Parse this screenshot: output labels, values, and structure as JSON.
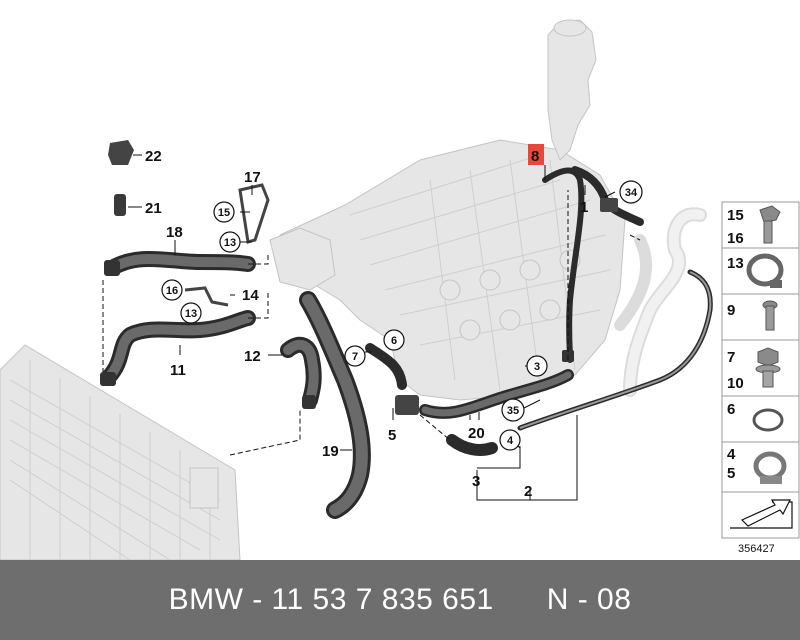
{
  "diagram": {
    "callouts": [
      "22",
      "21",
      "18",
      "17",
      "15",
      "13",
      "16",
      "14",
      "13",
      "11",
      "12",
      "19",
      "7",
      "6",
      "5",
      "20",
      "3",
      "4",
      "35",
      "3",
      "2",
      "8",
      "34",
      "1"
    ],
    "legend": {
      "rows": [
        [
          "15",
          "16"
        ],
        [
          "13"
        ],
        [
          "9"
        ],
        [
          "7",
          "10"
        ],
        [
          "6"
        ],
        [
          "4",
          "5"
        ],
        []
      ]
    },
    "image_number": "356427",
    "highlight_part": "8",
    "highlight_color": "#e8483a"
  },
  "footer": {
    "left": "BMW - 11 53 7 835 651",
    "right": "N - 08"
  }
}
